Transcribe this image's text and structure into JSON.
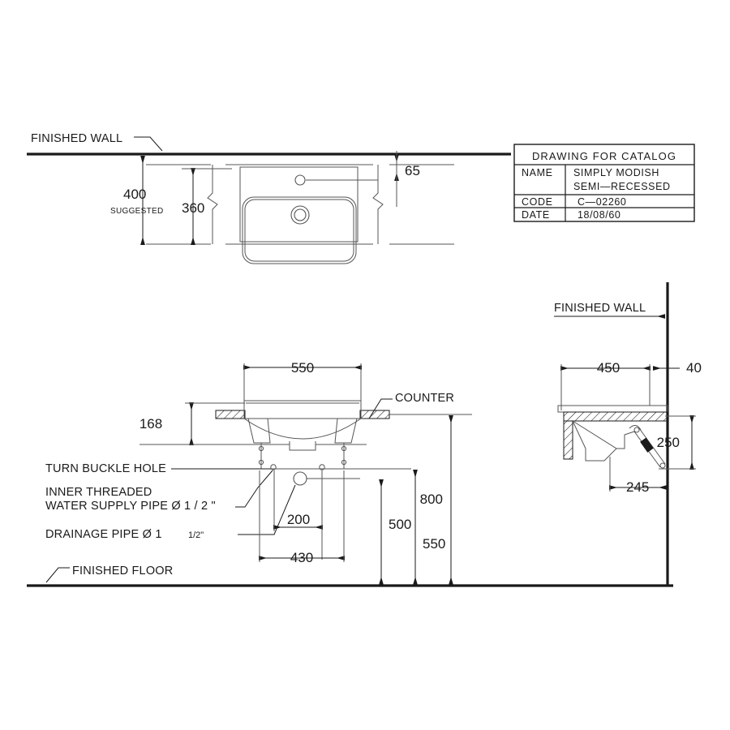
{
  "drawing": {
    "title": "DRAWING  FOR  CATALOG",
    "product_top_view_labels": {
      "finished_wall": "FINISHED WALL",
      "d400": "400",
      "d400_note": "SUGGESTED",
      "d360": "360",
      "d65": "65"
    },
    "title_block": {
      "header": "DRAWING  FOR  CATALOG",
      "rows": [
        {
          "key": "NAME",
          "value_line1": "SIMPLY  MODISH",
          "value_line2": "SEMI—RECESSED"
        },
        {
          "key": "CODE",
          "value_line1": "C—02260",
          "value_line2": ""
        },
        {
          "key": "DATE",
          "value_line1": "18/08/60",
          "value_line2": ""
        }
      ]
    },
    "front_view": {
      "width_dim": "550",
      "depth_dim": "168",
      "counter_label": "COUNTER",
      "turn_buckle_label": "TURN BUCKLE HOLE",
      "supply_label_line1": "INNER THREADED",
      "supply_label_line2": "WATER SUPPLY PIPE Ø 1 / 2 \"",
      "drain_label_main": "DRAINAGE PIPE Ø 1",
      "drain_label_frac": "1/2\"",
      "d200": "200",
      "d430": "430",
      "d500": "500",
      "d550": "550",
      "d800": "800",
      "finished_floor_label": "FINISHED FLOOR"
    },
    "side_view": {
      "finished_wall": "FINISHED WALL",
      "d450": "450",
      "d40": "40",
      "d250": "250",
      "d245": "245"
    },
    "colors": {
      "line": "#1a1a1a",
      "thin": "#555555",
      "background": "#ffffff"
    }
  }
}
